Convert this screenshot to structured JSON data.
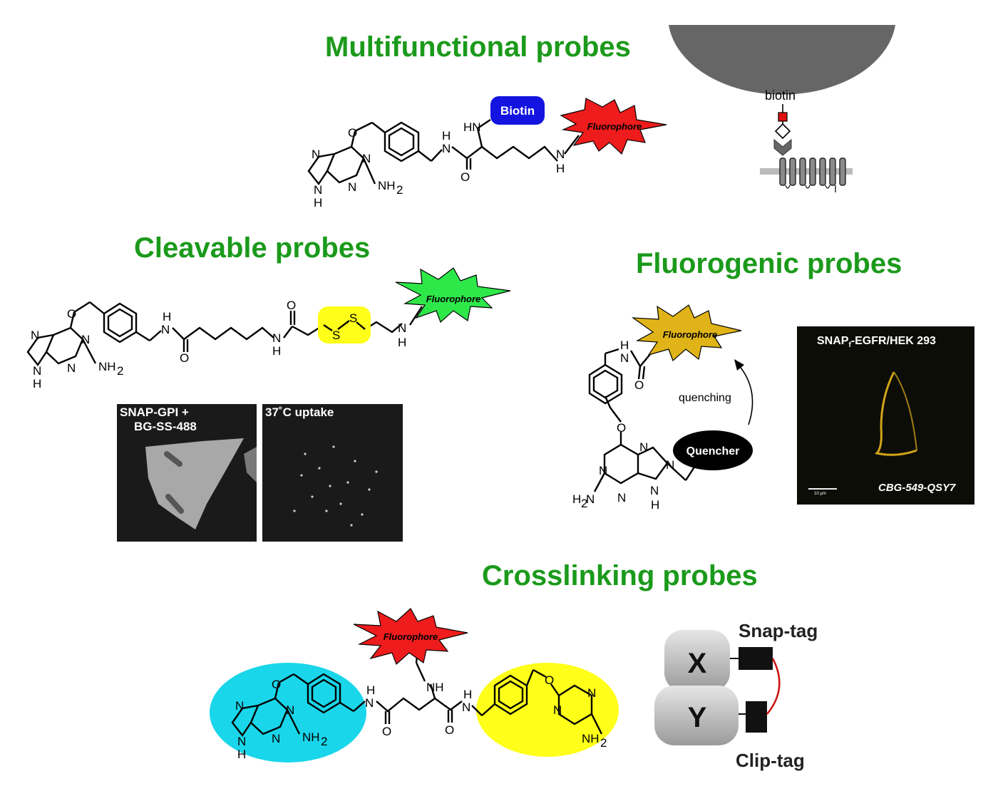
{
  "sections": {
    "multifunctional": {
      "title": "Multifunctional probes"
    },
    "cleavable": {
      "title": "Cleavable probes"
    },
    "fluorogenic": {
      "title": "Fluorogenic probes"
    },
    "crosslinking": {
      "title": "Crosslinking probes"
    }
  },
  "labels": {
    "biotin_tag": "Biotin",
    "fluorophore": "Fluorophore",
    "quencher": "Quencher",
    "quenching": "quenching",
    "biotin_small": "biotin",
    "snap_tag": "Snap-tag",
    "clip_tag": "Clip-tag",
    "protein_x": "X",
    "protein_y": "Y"
  },
  "atoms": {
    "N": "N",
    "H": "H",
    "O": "O",
    "NH": "NH",
    "HN": "HN",
    "S": "S",
    "NH2": "NH",
    "H2N": "H",
    "sub2": "2",
    "N_sub": "N"
  },
  "micrographs": {
    "gpi": {
      "caption_line1": "SNAP-GPI +",
      "caption_line2": "BG-SS-488"
    },
    "uptake": {
      "caption": "37˚C uptake"
    },
    "egfr": {
      "caption_main": "SNAP",
      "caption_sub": "f",
      "caption_rest": "-EGFR/HEK 293",
      "probe": "CBG-549-QSY7",
      "scale": "10 µm"
    }
  },
  "colors": {
    "title_green": "#1b9a1b",
    "fluor_red": "#ee1c1c",
    "fluor_green": "#2ee84a",
    "fluor_gold": "#e0b418",
    "biotin_blue": "#1414e0",
    "disulfide_yellow": "#ffff1a",
    "cyan_oval": "#1ad6ea",
    "yellow_oval": "#ffff1a"
  }
}
